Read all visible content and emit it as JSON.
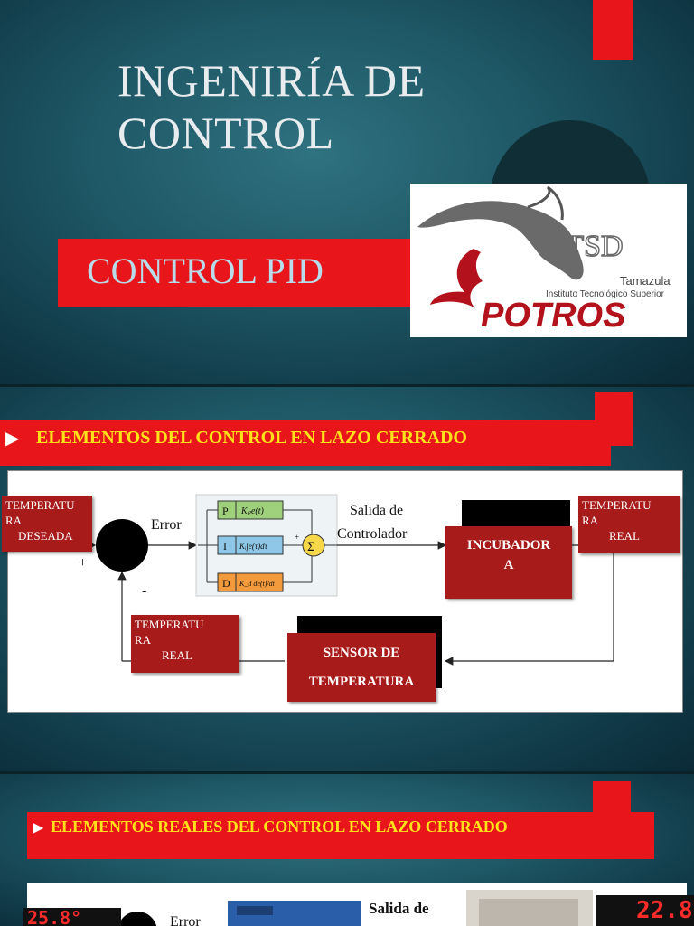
{
  "slide1": {
    "title_line1": "INGENIRÍA DE",
    "title_line2": "CONTROL",
    "subtitle": "CONTROL PID",
    "logo": {
      "name_top": "Tamazula",
      "name_sub": "Instituto Tecnológico Superior",
      "brand": "POTROS",
      "mark": "ITSD"
    }
  },
  "slide2": {
    "banner": "ELEMENTOS DEL CONTROL EN LAZO CERRADO",
    "diagram": {
      "error_label": "Error",
      "plus": "+",
      "minus": "-",
      "output_label_1": "Salida de",
      "output_label_2": "Controlador",
      "p_block": {
        "letter": "P",
        "formula": "Kₚe(t)"
      },
      "i_block": {
        "letter": "I",
        "formula": "Kᵢ∫e(τ)dτ"
      },
      "d_block": {
        "letter": "D",
        "formula": "K_d de(t)/dt"
      },
      "sum": "Σ",
      "sum_plus": "+"
    },
    "desired": {
      "l1": "TEMPERATU",
      "l2": "RA",
      "l3": "DESEADA"
    },
    "real_right": {
      "l1": "TEMPERATU",
      "l2": "RA",
      "l3": "REAL"
    },
    "real_bottom": {
      "l1": "TEMPERATU",
      "l2": "RA",
      "l3": "REAL"
    },
    "incubator": {
      "l1": "INCUBADOR",
      "l2": "A"
    },
    "sensor": {
      "l1": "SENSOR DE",
      "l2": "TEMPERATURA"
    }
  },
  "slide3": {
    "banner": "ELEMENTOS REALES DEL CONTROL EN LAZO CERRADO",
    "error_label": "Error",
    "output_label": "Salida de",
    "lcd_left": "25.8°",
    "lcd_right": "22.8"
  },
  "colors": {
    "red": "#e8151b",
    "dark_red": "#a81b1b",
    "yellow": "#ffe21a",
    "teal": "#1d5563"
  }
}
